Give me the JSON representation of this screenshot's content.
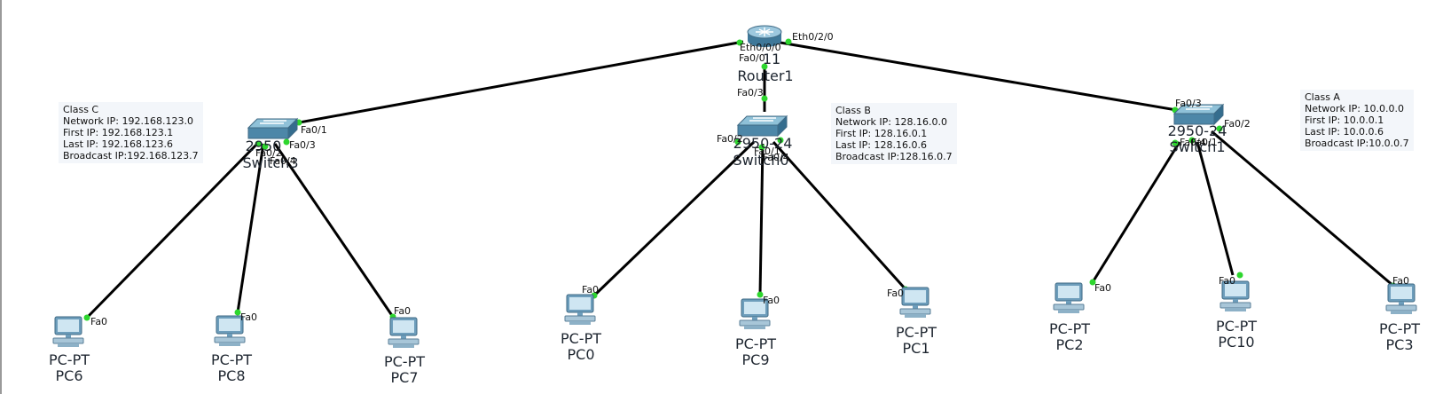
{
  "router": {
    "model": "11",
    "name": "Router1"
  },
  "switches": [
    {
      "id": "sw-left",
      "model": "2950",
      "name": "Switch3"
    },
    {
      "id": "sw-mid",
      "model": "2950-24",
      "name": "Switch0"
    },
    {
      "id": "sw-right",
      "model": "2950-24",
      "name": "Switch1"
    }
  ],
  "pcs": [
    {
      "type": "PC-PT",
      "name": "PC6",
      "port": "Fa0"
    },
    {
      "type": "PC-PT",
      "name": "PC8",
      "port": "Fa0"
    },
    {
      "type": "PC-PT",
      "name": "PC7",
      "port": "Fa0"
    },
    {
      "type": "PC-PT",
      "name": "PC0",
      "port": "Fa0"
    },
    {
      "type": "PC-PT",
      "name": "PC9",
      "port": "Fa0"
    },
    {
      "type": "PC-PT",
      "name": "PC1",
      "port": "Fa0"
    },
    {
      "type": "PC-PT",
      "name": "PC2",
      "port": "Fa0"
    },
    {
      "type": "PC-PT",
      "name": "PC10",
      "port": "Fa0"
    },
    {
      "type": "PC-PT",
      "name": "PC3",
      "port": "Fa0"
    }
  ],
  "ports": {
    "router_eth000": "Eth0/0/0",
    "router_eth020": "Eth0/2/0",
    "router_fa00": "Fa0/0",
    "swm_fa03": "Fa0/3",
    "swm_fa02": "Fa0/2",
    "swm_fa01": "Fa0/1",
    "swm_fa04": "Fa0/4",
    "swl_fa01": "Fa0/1",
    "swl_fa02": "Fa0/2",
    "swl_fa03": "Fa0/3",
    "swl_fa04": "Fa0/4",
    "swr_fa03": "Fa0/3",
    "swr_fa02": "Fa0/2",
    "swr_fa04": "Fa0/4",
    "swr_fa01": "Fa0/1"
  },
  "notes": [
    {
      "id": "class-c",
      "lines": [
        "Class C",
        "Network IP: 192.168.123.0",
        "First IP: 192.168.123.1",
        "Last IP: 192.168.123.6",
        "Broadcast IP:192.168.123.7"
      ]
    },
    {
      "id": "class-b",
      "lines": [
        "Class B",
        "Network IP: 128.16.0.0",
        "First IP: 128.16.0.1",
        "Last IP: 128.16.0.6",
        "Broadcast IP:128.16.0.7"
      ]
    },
    {
      "id": "class-a",
      "lines": [
        "Class A",
        "Network IP: 10.0.0.0",
        "First IP: 10.0.0.1",
        "Last IP: 10.0.0.6",
        "Broadcast IP:10.0.0.7"
      ]
    }
  ],
  "colors": {
    "link": "#000000",
    "port_up": "#2ed62e",
    "device": "#5f93b3",
    "note_bg": "#f3f6fa"
  }
}
